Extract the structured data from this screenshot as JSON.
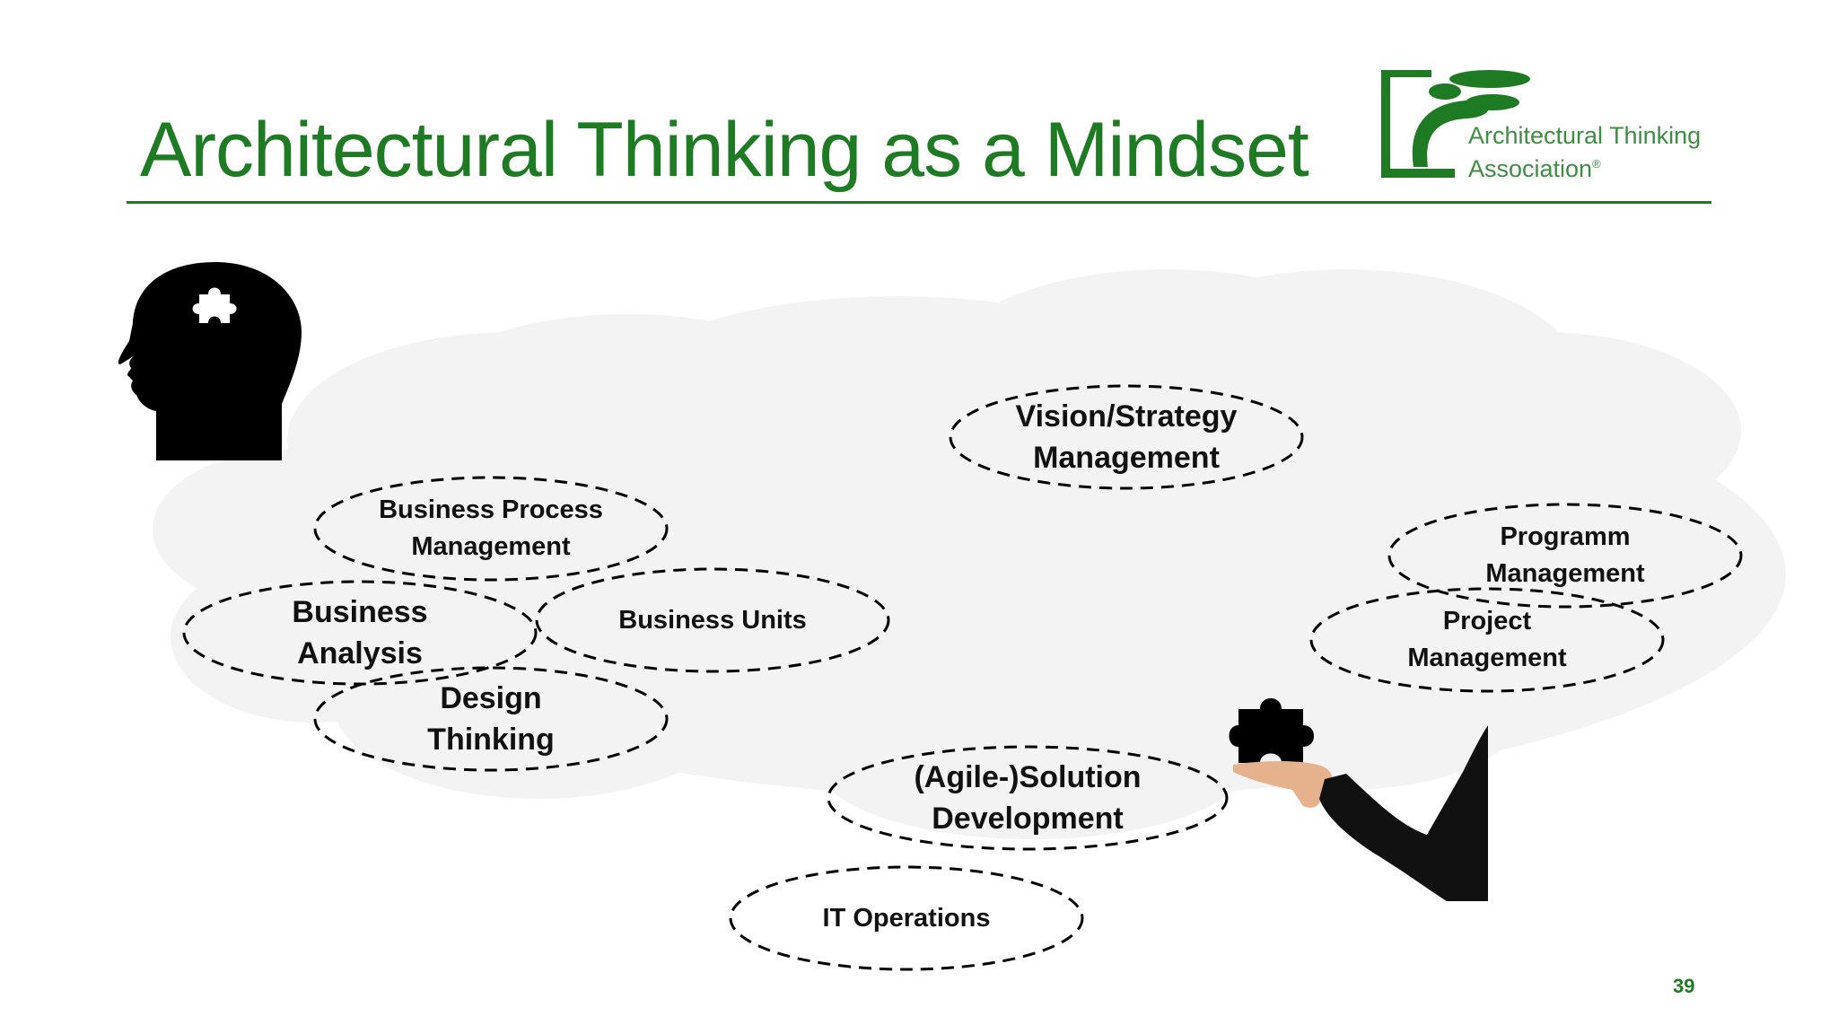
{
  "title": "Architectural Thinking as a Mindset",
  "logo": {
    "line1": "Architectural Thinking",
    "line2": "Association",
    "mark": "®"
  },
  "bubbles": {
    "vision": [
      "Vision/Strategy",
      "Management"
    ],
    "bpm": [
      "Business Process",
      "Management"
    ],
    "business_analysis": [
      "Business",
      "Analysis"
    ],
    "business_units": [
      "Business Units"
    ],
    "design_thinking": [
      "Design",
      "Thinking"
    ],
    "solution_dev": [
      "(Agile-)Solution",
      "Development"
    ],
    "it_operations": [
      "IT Operations"
    ],
    "programm": [
      "Programm",
      "Management"
    ],
    "project": [
      "Project",
      "Management"
    ]
  },
  "page_number": "39",
  "colors": {
    "accent": "#1e7a23",
    "logo_green": "#3f8c43",
    "cloud": "#f3f3f3",
    "ink": "#111111"
  },
  "icons": [
    "head-with-puzzle-icon",
    "hand-holding-puzzle-icon",
    "ata-logo-icon"
  ]
}
